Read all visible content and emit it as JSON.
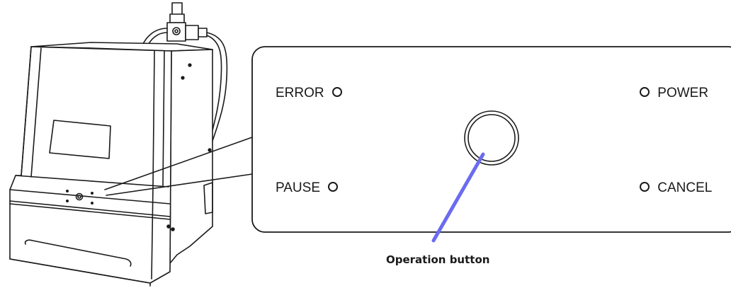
{
  "panel": {
    "error_label": "ERROR",
    "pause_label": "PAUSE",
    "power_label": "POWER",
    "cancel_label": "CANCEL"
  },
  "callout": {
    "operation_button_label": "Operation button"
  },
  "colors": {
    "line": "#1a1a1a",
    "pointer": "#6b6bf0",
    "background": "#ffffff"
  }
}
